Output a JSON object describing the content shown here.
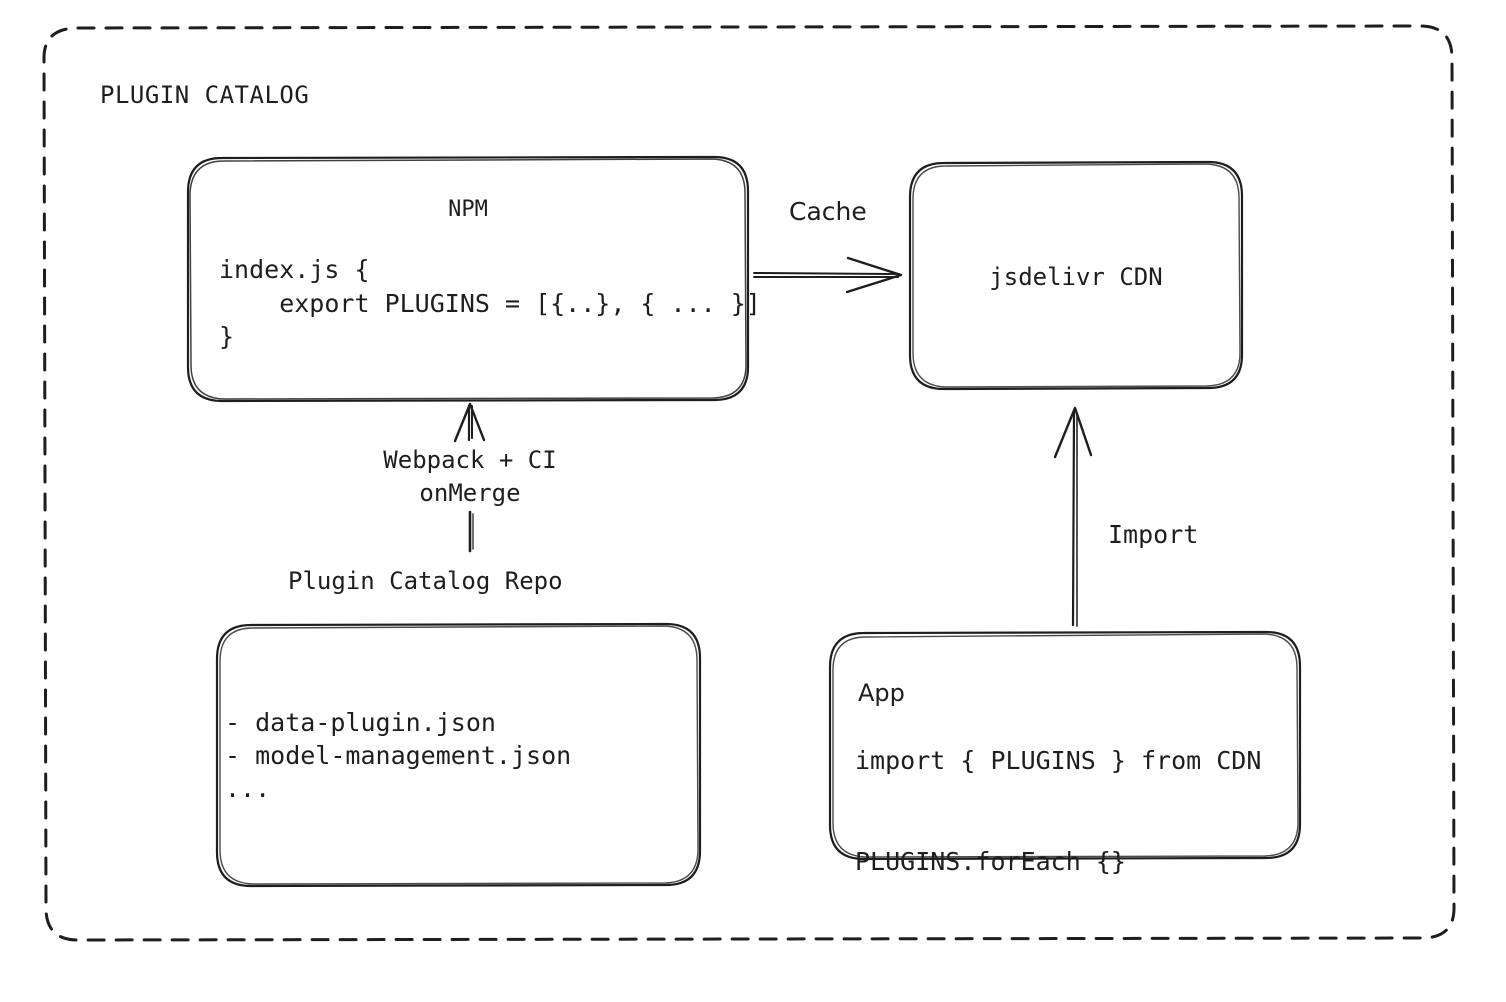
{
  "diagram": {
    "title": "PLUGIN CATALOG",
    "style": "hand-drawn architecture diagram",
    "colors": {
      "stroke": "#1e1e1e",
      "background": "#ffffff"
    },
    "container": {
      "label": "PLUGIN CATALOG",
      "border": "dashed"
    },
    "nodes": {
      "npm": {
        "title": "NPM",
        "code_lines": "index.js {\n    export PLUGINS = [{..}, { ... }]\n}"
      },
      "cdn": {
        "title": "jsdelivr CDN"
      },
      "repo": {
        "caption": "Plugin Catalog Repo",
        "items": "- data-plugin.json\n- model-management.json\n..."
      },
      "app": {
        "title": "App",
        "code_lines": "import { PLUGINS } from CDN\n\nPLUGINS.forEach {}"
      }
    },
    "edges": {
      "npm_to_cdn": "Cache",
      "repo_to_npm": "Webpack + CI\nonMerge",
      "app_to_cdn": "Import"
    }
  }
}
